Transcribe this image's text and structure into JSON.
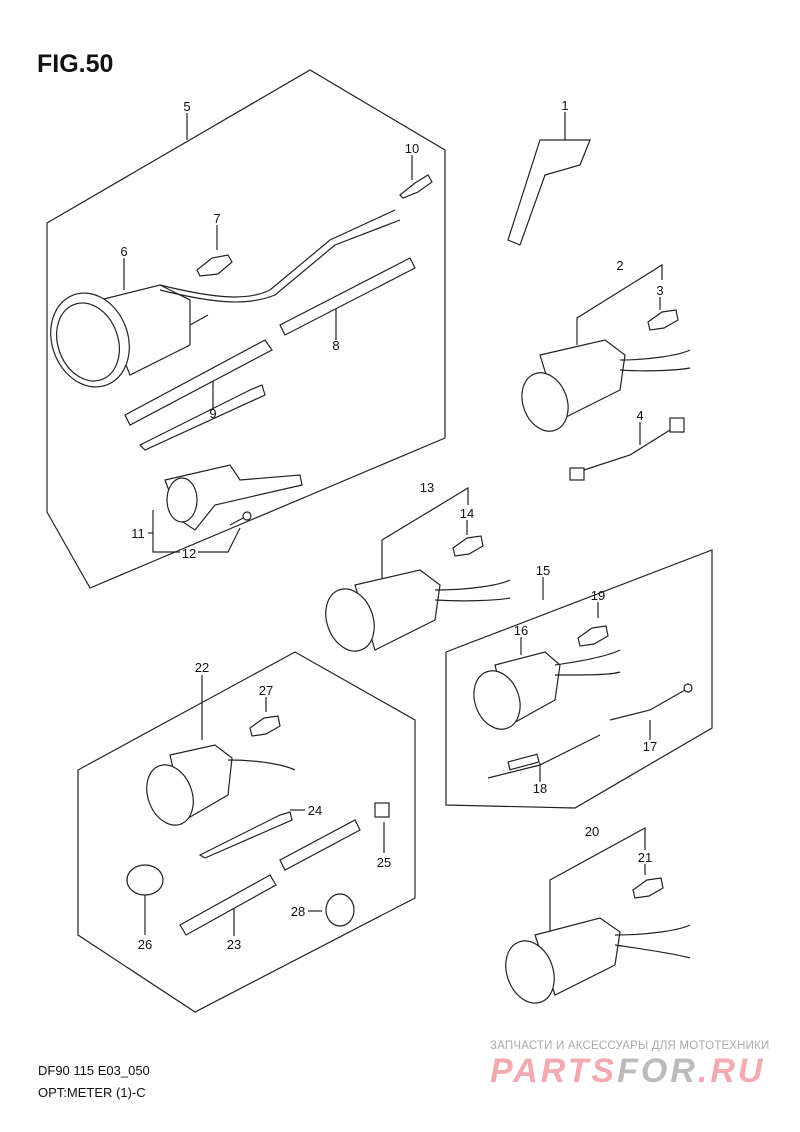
{
  "figure": {
    "title": "FIG.50"
  },
  "footer": {
    "code": "DF90 115 E03_050",
    "name": "OPT:METER (1)-C"
  },
  "watermark": {
    "subtitle": "ЗАПЧАСТИ И АКСЕССУАРЫ ДЛЯ МОТОТЕХНИКИ",
    "logo_a": "PARTS",
    "logo_b": "FOR",
    "logo_c": ".RU"
  },
  "callouts": [
    "1",
    "2",
    "3",
    "4",
    "5",
    "6",
    "7",
    "8",
    "9",
    "10",
    "11",
    "12",
    "13",
    "14",
    "15",
    "16",
    "17",
    "18",
    "19",
    "20",
    "21",
    "22",
    "23",
    "24",
    "25",
    "26",
    "27",
    "28"
  ]
}
